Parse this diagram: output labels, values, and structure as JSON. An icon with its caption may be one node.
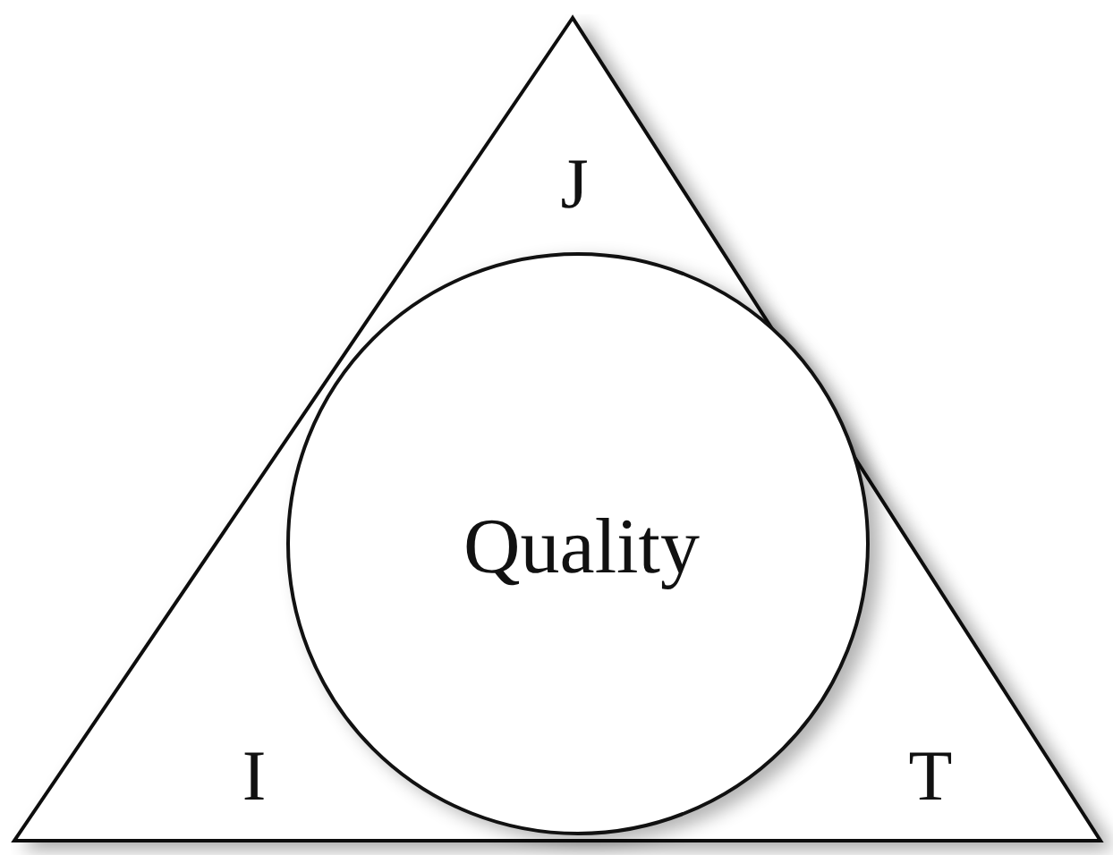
{
  "diagram": {
    "nodes": [
      {
        "text": [
          "J",
          "I",
          "T"
        ]
      },
      {
        "text": [
          "Quality"
        ],
        "in": 0
      }
    ]
  }
}
